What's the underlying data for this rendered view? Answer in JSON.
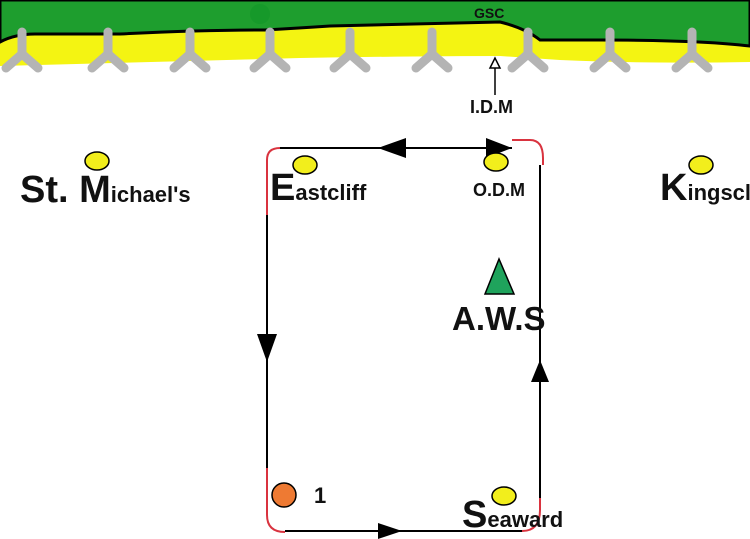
{
  "shore": {
    "land_label": "GSC",
    "colors": {
      "land": "#1e9e2e",
      "sand": "#f4f412",
      "groyne": "#b4b4b4",
      "outline": "#000000"
    }
  },
  "marks": {
    "idm": "I.D.M",
    "odm": "O.D.M",
    "aws": "A.W.S",
    "stmichaels": {
      "lead": "St. M",
      "rest": "ichael's"
    },
    "eastcliff": {
      "lead": "E",
      "rest": "astcliff"
    },
    "kingscliff": {
      "lead": "K",
      "rest": "ingscliff"
    },
    "seaward": {
      "lead": "S",
      "rest": "eaward"
    },
    "start_number": "1"
  },
  "colors": {
    "buoy": "#f2ee1c",
    "start_buoy": "#ee7a33",
    "aws_triangle": "#1fa35c",
    "course_line": "#000000",
    "corner": "#d9333f"
  }
}
